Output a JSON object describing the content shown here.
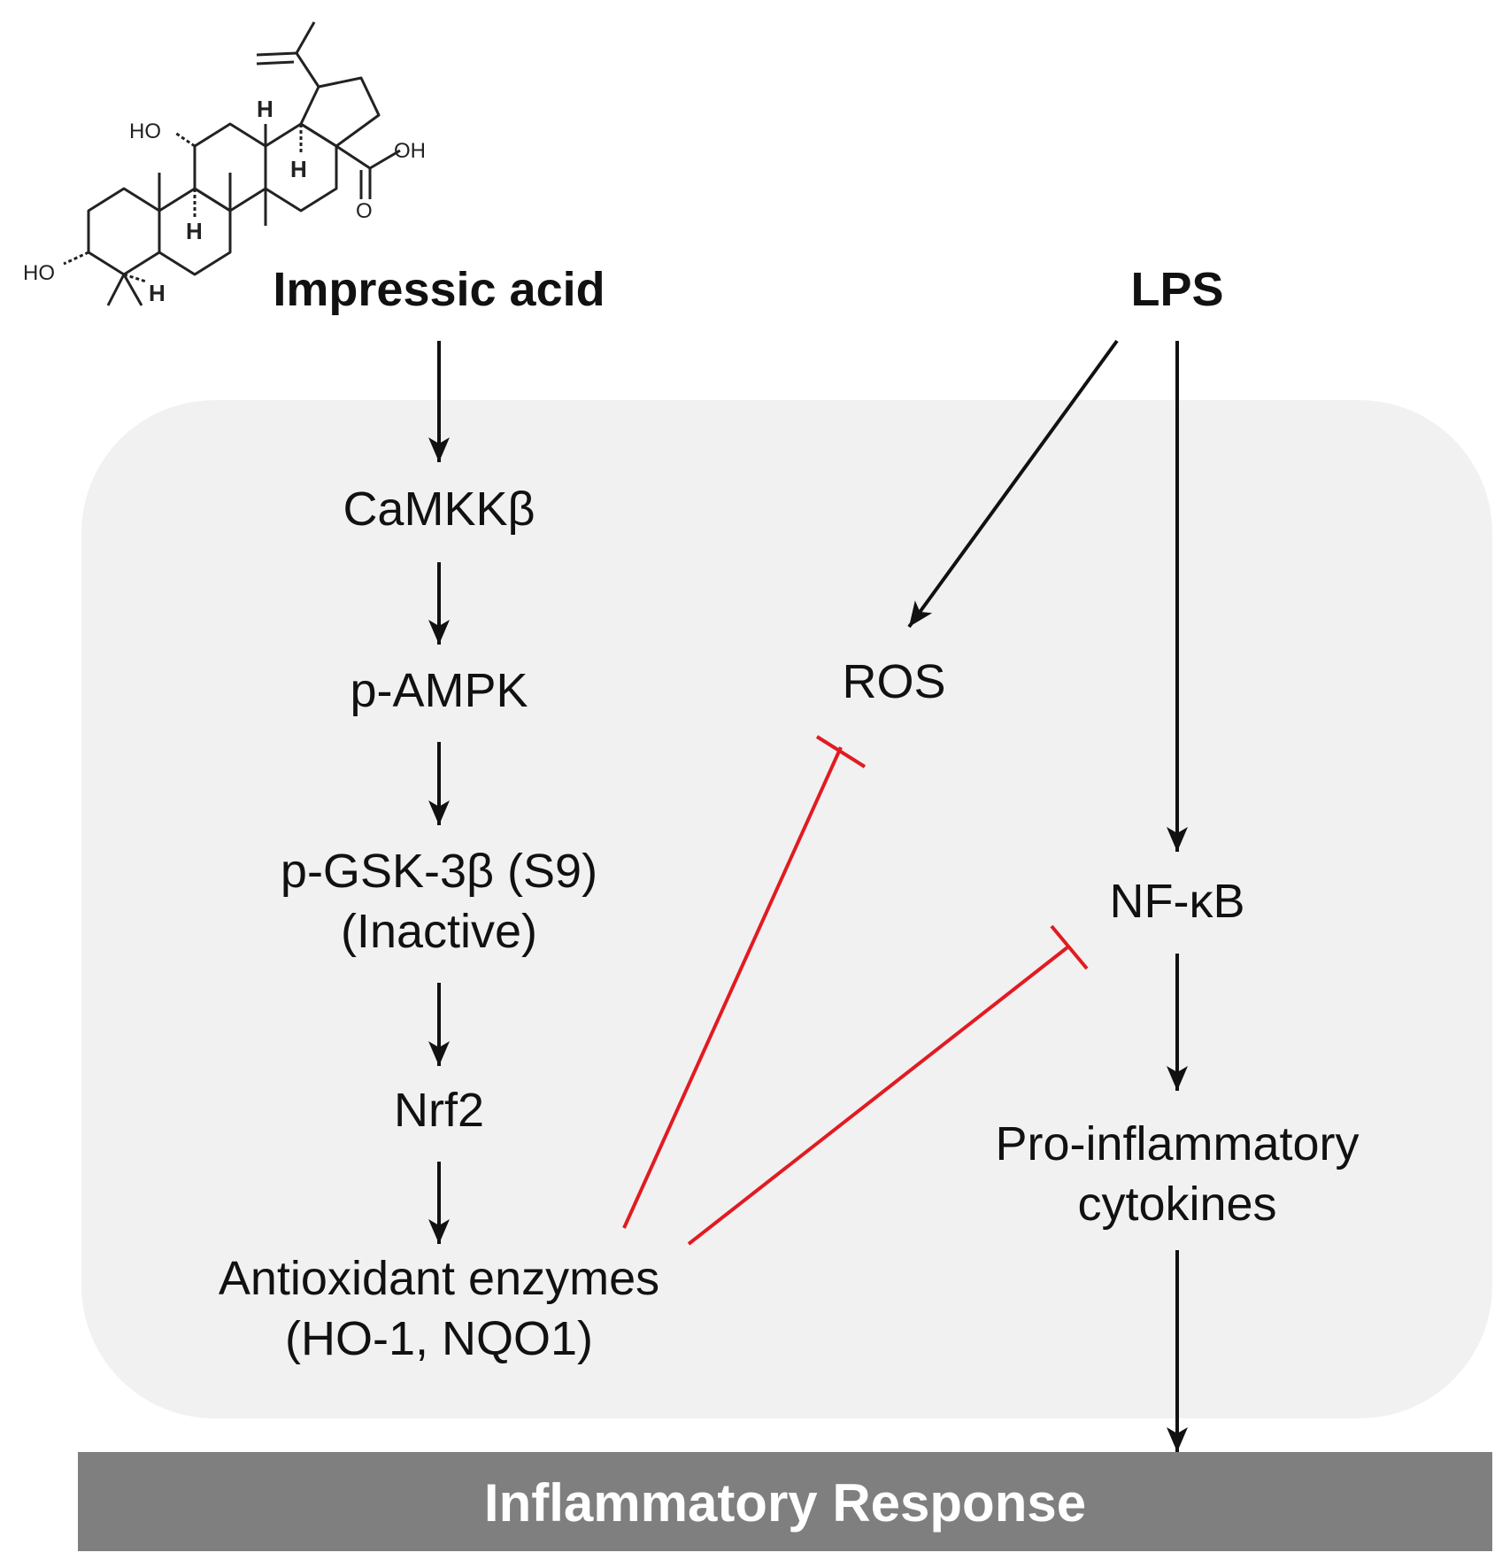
{
  "nodes": {
    "impressic_acid": "Impressic acid",
    "lps": "LPS",
    "camkkb": "CaMKKβ",
    "pampk": "p-AMPK",
    "pgsk_line1": "p-GSK-3β (S9)",
    "pgsk_line2": "(Inactive)",
    "nrf2": "Nrf2",
    "antiox_line1": "Antioxidant enzymes",
    "antiox_line2": "(HO-1, NQO1)",
    "ros": "ROS",
    "nfkb": "NF-κB",
    "cyto_line1": "Pro-inflammatory",
    "cyto_line2": "cytokines",
    "response": "Inflammatory Response"
  },
  "structure_labels": {
    "ho_upper": "HO",
    "ho_lower": "HO",
    "oh": "OH",
    "o": "O",
    "h1": "H",
    "h2": "H",
    "h3": "H",
    "h4": "H"
  },
  "colors": {
    "cell_fill": "#f1f1f1",
    "activation_arrow": "#111111",
    "inhibition": "#e11b22",
    "response_bar": "#7f7f7f",
    "response_text": "#ffffff"
  }
}
